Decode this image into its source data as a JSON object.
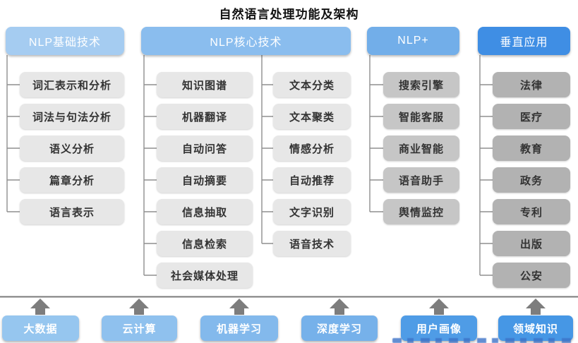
{
  "title": "自然语言处理功能及架构",
  "colors": {
    "node-light": "#e7e7e7",
    "node-mid": "#c6c6c6",
    "node-dark": "#b2b2b2",
    "node-text": "#333333",
    "header-text": "#ffffff",
    "line": "#8f8f8f",
    "arrow": "#7d7d7d",
    "separator": "#7a7a7a",
    "watermark": "#3d73c8"
  },
  "columns": [
    {
      "header": "NLP基础技术",
      "color": "#a5ccf1",
      "items": [
        "词汇表示和分析",
        "词法与句法分析",
        "语义分析",
        "篇章分析",
        "语言表示"
      ]
    },
    {
      "header": "NLP核心技术",
      "color": "#8abdee",
      "items_left": [
        "知识图谱",
        "机器翻译",
        "自动问答",
        "自动摘要",
        "信息抽取",
        "信息检索",
        "社会媒体处理"
      ],
      "items_right": [
        "文本分类",
        "文本聚类",
        "情感分析",
        "自动推荐",
        "文字识别",
        "语音技术"
      ]
    },
    {
      "header": "NLP+",
      "color": "#72aee9",
      "items": [
        "搜索引擎",
        "智能客服",
        "商业智能",
        "语音助手",
        "舆情监控"
      ]
    },
    {
      "header": "垂直应用",
      "color": "#3f8ee4",
      "items": [
        "法律",
        "医疗",
        "教育",
        "政务",
        "专利",
        "出版",
        "公安"
      ]
    }
  ],
  "foundation": {
    "items": [
      {
        "label": "大数据",
        "color": "#96c6ef"
      },
      {
        "label": "云计算",
        "color": "#8fc1ee"
      },
      {
        "label": "机器学习",
        "color": "#83b9ec"
      },
      {
        "label": "深度学习",
        "color": "#76b1ea"
      },
      {
        "label": "用户画像",
        "color": "#4f9ce6"
      },
      {
        "label": "领域知识",
        "color": "#4697e5"
      }
    ]
  }
}
